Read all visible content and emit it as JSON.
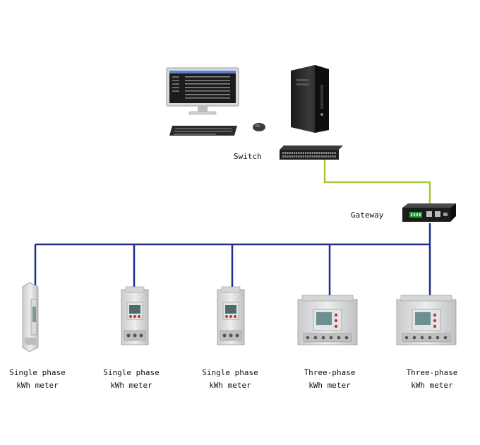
{
  "labels": {
    "switch": "Switch",
    "gateway": "Gateway"
  },
  "meters": [
    {
      "line1": "Single phase",
      "line2": "kWh meter",
      "kind": "single-slim"
    },
    {
      "line1": "Single phase",
      "line2": "kWh meter",
      "kind": "single"
    },
    {
      "line1": "Single phase",
      "line2": "kWh meter",
      "kind": "single"
    },
    {
      "line1": "Three-phase",
      "line2": "kWh meter",
      "kind": "three"
    },
    {
      "line1": "Three-phase",
      "line2": "kWh meter",
      "kind": "three"
    }
  ],
  "colors": {
    "bus_line": "#1f2f8a",
    "ethernet_line": "#a4c93a"
  }
}
